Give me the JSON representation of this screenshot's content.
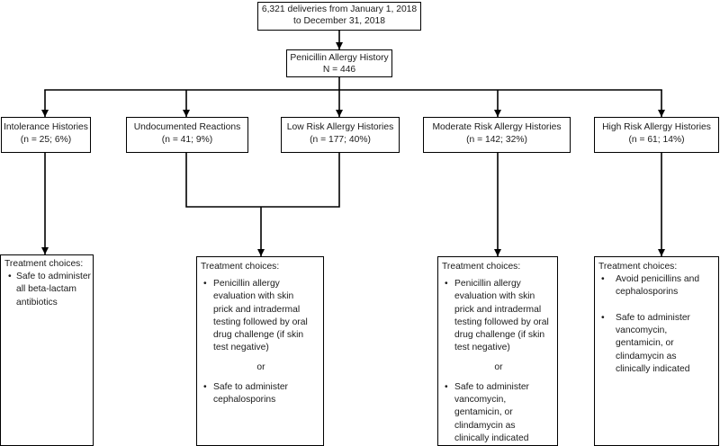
{
  "start_node": {
    "lines": [
      "6,321 deliveries from January 1, 2018",
      "to December 31, 2018"
    ]
  },
  "population_node": {
    "lines": [
      "Penicillin Allergy History",
      "N = 446"
    ]
  },
  "categories": [
    {
      "title": "Intolerance Histories",
      "count": "(n = 25; 6%)"
    },
    {
      "title": "Undocumented Reactions",
      "count": "(n = 41; 9%)"
    },
    {
      "title": "Low Risk Allergy Histories",
      "count": "(n = 177; 40%)"
    },
    {
      "title": "Moderate Risk Allergy Histories",
      "count": "(n = 142; 32%)"
    },
    {
      "title": "High Risk Allergy Histories",
      "count": "(n = 61; 14%)"
    }
  ],
  "list_marker": "•",
  "treatments": [
    {
      "heading": "Treatment choices:",
      "options": [
        [
          "Safe to administer",
          "all beta-lactam",
          "antibiotics"
        ]
      ]
    },
    {
      "heading": "Treatment choices:",
      "options": [
        [
          "Penicillin allergy",
          "evaluation with skin",
          "prick and intradermal",
          "testing followed by oral",
          "drug challenge (if skin",
          "test negative)"
        ],
        [
          "Safe to administer",
          "cephalosporins"
        ]
      ],
      "separator": "or"
    },
    {
      "heading": "Treatment choices:",
      "options": [
        [
          "Penicillin allergy",
          "evaluation with skin",
          "prick and intradermal",
          "testing followed by oral",
          "drug challenge (if skin",
          "test negative)"
        ],
        [
          "Safe to administer",
          "vancomycin,",
          "gentamicin, or",
          "clindamycin as",
          "clinically indicated"
        ]
      ],
      "separator": "or"
    },
    {
      "heading": "Treatment choices:",
      "options": [
        [
          "Avoid penicillins and",
          "cephalosporins"
        ],
        [
          "Safe to administer",
          "vancomycin,",
          "gentamicin, or",
          "clindamycin as",
          "clinically indicated"
        ]
      ]
    }
  ],
  "colors": {
    "line": "#000000",
    "text": "#1a1a1a",
    "fill": "#ffffff"
  }
}
